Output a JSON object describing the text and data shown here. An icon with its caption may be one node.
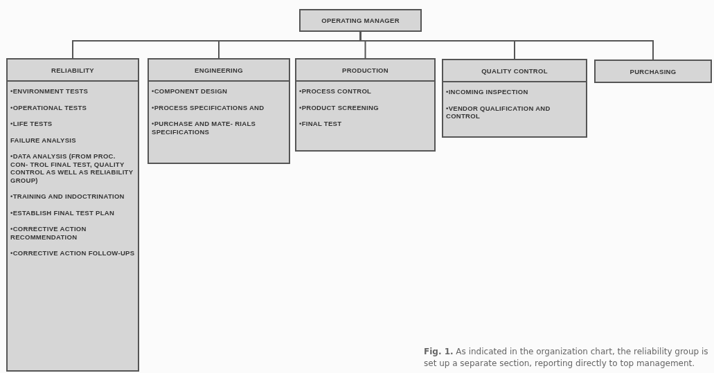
{
  "diagram": {
    "caption": "**Fig. 1.** As indicated in the organization chart, the reliability group is set up a separate section, reporting directly to top management.",
    "nodes": [
      {
        "text": [
          "OPERATING MANAGER"
        ]
      },
      {
        "text": [
          "RELIABILITY",
          "•ENVIRONMENT TESTS",
          "•OPERATIONAL TESTS",
          "•LIFE TESTS",
          "FAILURE ANALYSIS",
          "•DATA ANALYSIS (FROM PROC. CON- TROL FINAL TEST, QUALITY CONTROL AS WELL AS RELIABILITY GROUP)",
          "•TRAINING AND INDOCTRINATION",
          "•ESTABLISH FINAL TEST PLAN",
          "•CORRECTIVE ACTION RECOMMENDATION",
          "•CORRECTIVE ACTION FOLLOW-UPS"
        ]
      },
      {
        "text": [
          "ENGINEERING",
          "•COMPONENT DESIGN",
          "•PROCESS SPECIFICATIONS AND",
          "•PURCHASE AND MATE- RIALS SPECIFICATIONS"
        ]
      },
      {
        "text": [
          "PRODUCTION",
          "•PROCESS CONTROL",
          "•PRODUCT SCREENING",
          "•FINAL TEST"
        ]
      },
      {
        "text": [
          "QUALITY CONTROL",
          "•INCOMING INSPECTION",
          "•VENDOR QUALIFICATION AND CONTROL"
        ]
      },
      {
        "text": [
          "PURCHASING"
        ]
      }
    ],
    "edges": [
      {
        "from": 0,
        "to": 1,
        "arrow": "none"
      },
      {
        "from": 0,
        "to": 2,
        "arrow": "none"
      },
      {
        "from": 0,
        "to": 3,
        "arrow": "none"
      },
      {
        "from": 0,
        "to": 4,
        "arrow": "none"
      },
      {
        "from": 0,
        "to": 5,
        "arrow": "none"
      }
    ]
  }
}
